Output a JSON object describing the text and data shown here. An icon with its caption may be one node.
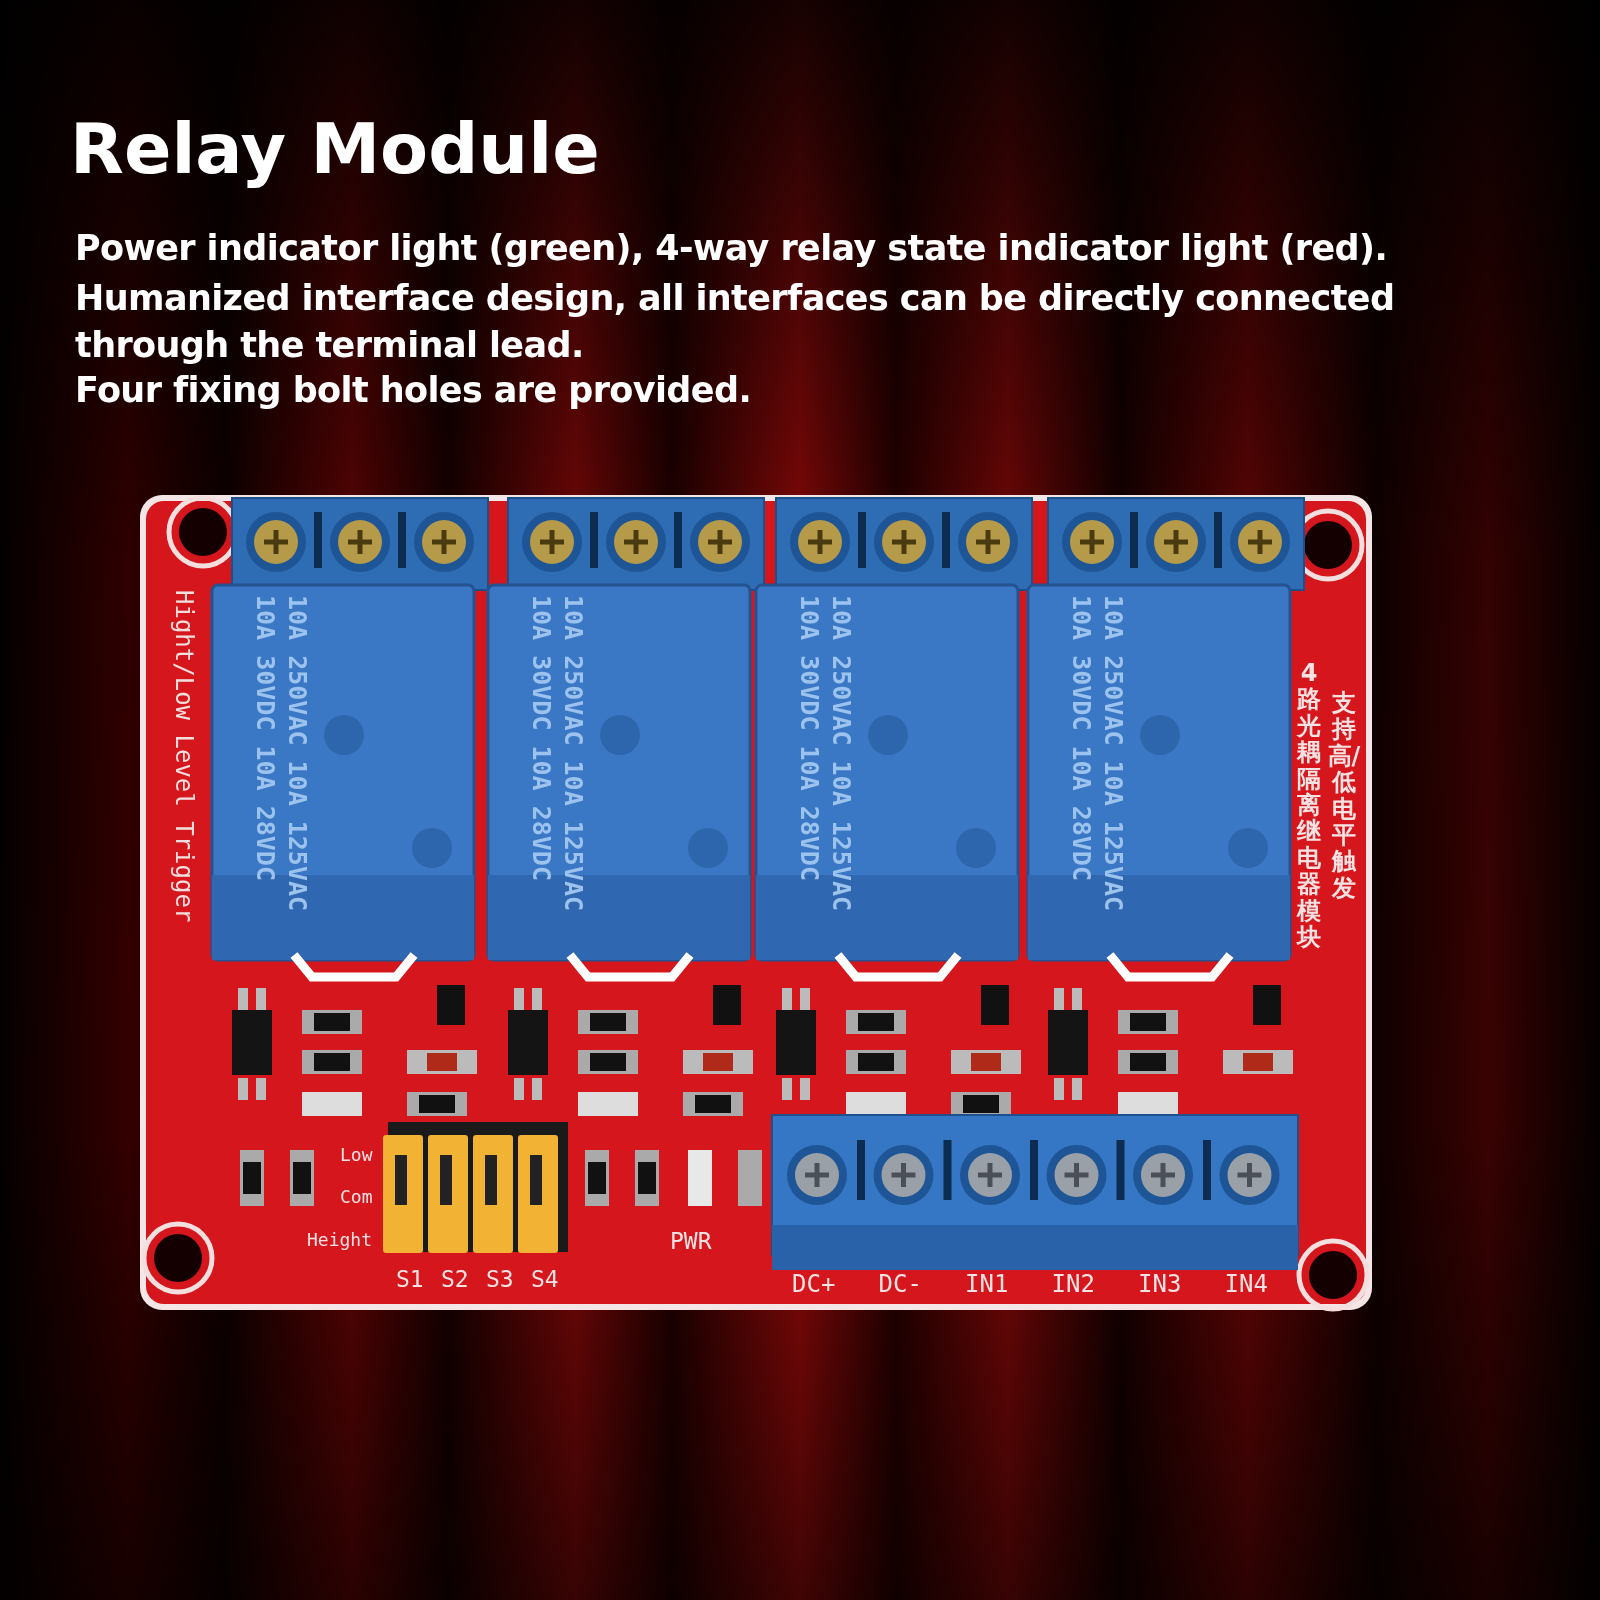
{
  "diagram": {
    "title": "Relay Module",
    "labels": [
      "Power indicator light (green), 4-way relay state indicator light (red).",
      "Humanized interface design, all interfaces can be directly connected through the terminal lead.",
      "Four fixing bolt holes are provided.",
      "10A 250VAC 10A 125VAC",
      "10A 30VDC 10A 28VDC",
      "10A 250VAC 10A 125VAC",
      "10A 30VDC 10A 28VDC",
      "10A 250VAC 10A 125VAC",
      "10A 30VDC 10A 28VDC",
      "10A 250VAC 10A 125VAC",
      "10A 30VDC 10A 28VDC",
      "Hight/Low Level Trigger",
      "4路光耦隔离继电器模块",
      "支持高/低电平触发",
      "Low",
      "Com",
      "Height",
      "S1",
      "S2",
      "S3",
      "S4",
      "PWR",
      "DC+",
      "DC-",
      "IN1",
      "IN2",
      "IN3",
      "IN4"
    ]
  }
}
